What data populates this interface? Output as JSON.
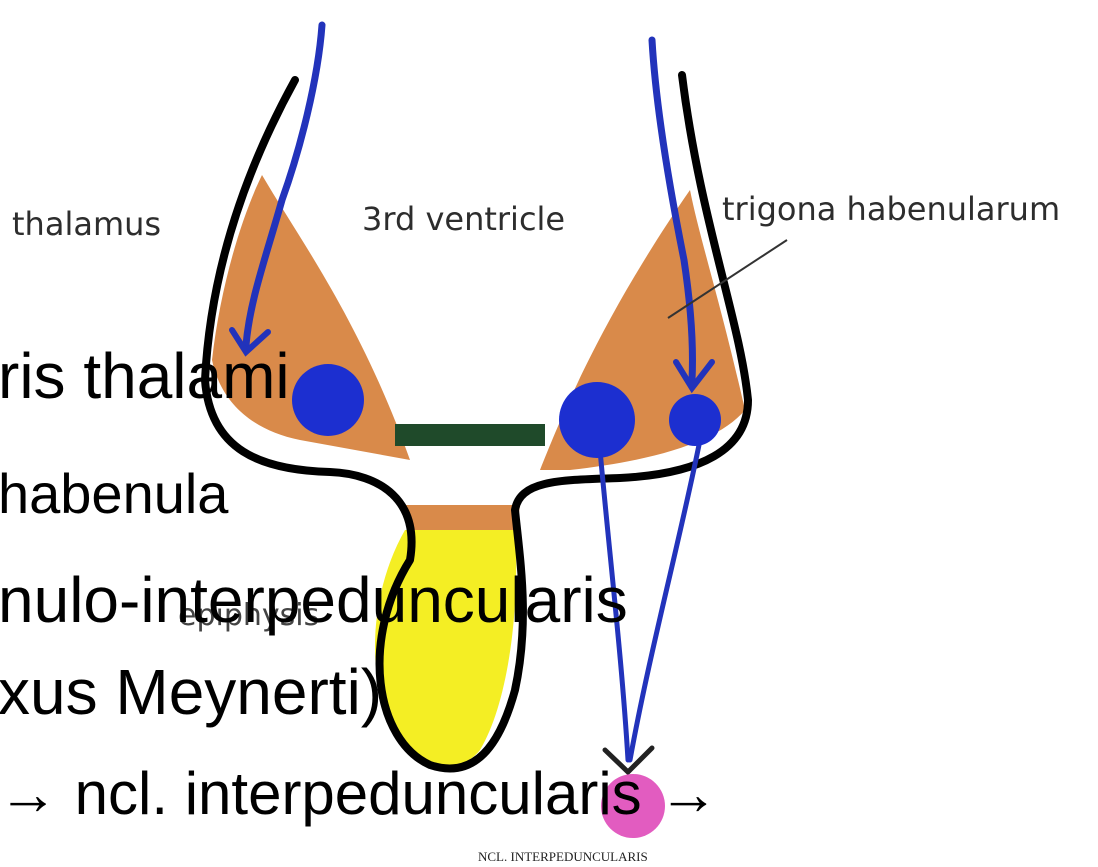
{
  "labels": {
    "thalamus": "thalamus",
    "third_ventricle": "3rd ventricle",
    "trigona": "trigona habenularum",
    "epiphysis": "epiphysis",
    "ncl_caption": "NCL. INTERPEDUNCULARIS"
  },
  "overlay_text": {
    "line1": "ris thalami",
    "line2": "habenula",
    "line3": "nulo-interpeduncularis",
    "line4": "xus Meynerti)",
    "line5": "→ ncl. interpeduncularis →"
  },
  "colors": {
    "outline": "#000000",
    "tract": "#2233bb",
    "trigone": "#d98a4a",
    "epiphysis": "#f4ee24",
    "commissure": "#1f4a2a",
    "nucleus": "#e25cc0",
    "nucleus_dots": "#1c2fd0"
  }
}
